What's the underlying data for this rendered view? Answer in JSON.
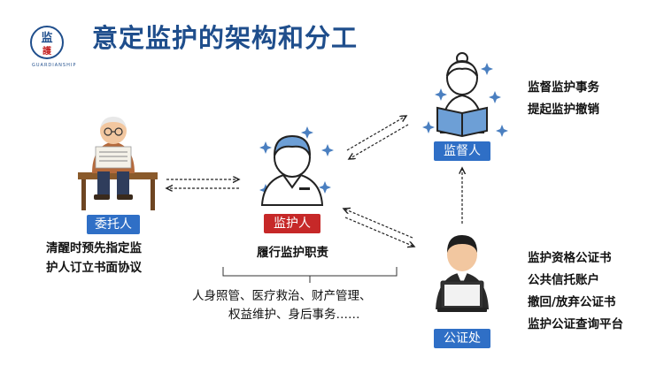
{
  "title": "意定监护的架构和分工",
  "logo": {
    "glyphs": "监護",
    "subtitle": "GUARDIANSHIP"
  },
  "roles": {
    "principal": "委托人",
    "guardian": "监护人",
    "supervisor": "监督人",
    "notary": "公证处"
  },
  "principal_text": [
    "清醒时预先指定监",
    "护人订立书面协议"
  ],
  "guardian_text": "履行监护职责",
  "guardian_duties": [
    "人身照管、医疗救治、财产管理、",
    "权益维护、身后事务……"
  ],
  "supervisor_tasks": [
    "监督监护事务",
    "提起监护撤销"
  ],
  "notary_tasks": [
    "监护资格公证书",
    "公共信托账户",
    "撤回/放弃公证书",
    "监护公证查询平台"
  ],
  "colors": {
    "title": "#1f4e8c",
    "blue_label": "#2f6fc6",
    "red_label": "#c62828",
    "person_blue": "#6d9fd6",
    "sparkle": "#4a7fc0"
  },
  "icons": [
    "elderly-reading-icon",
    "guardian-person-icon",
    "supervisor-reading-icon",
    "notary-laptop-icon"
  ]
}
